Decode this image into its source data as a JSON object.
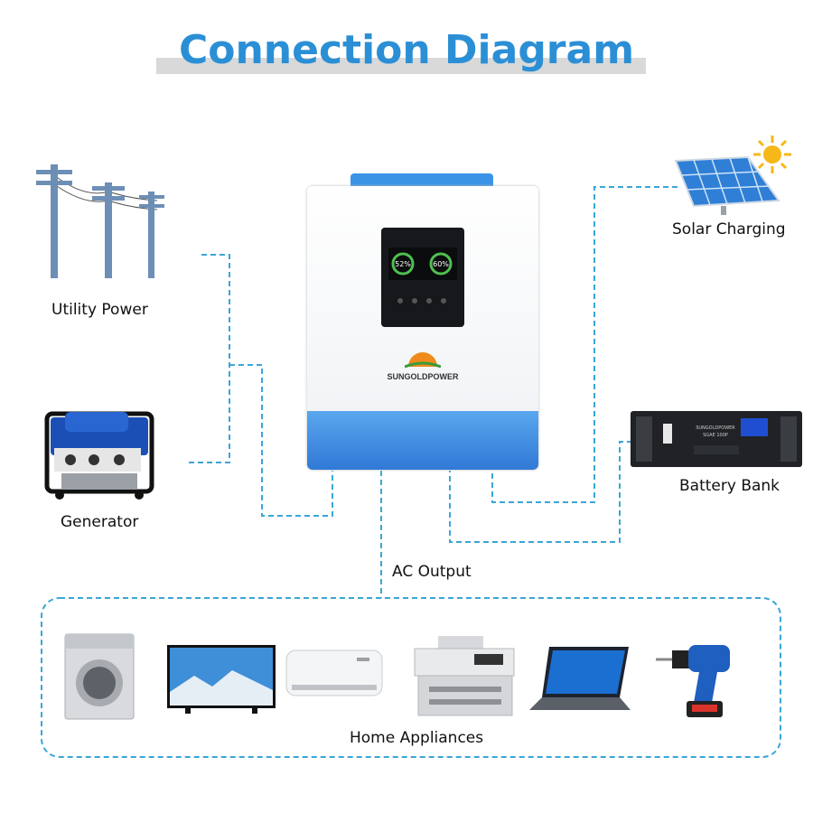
{
  "title": "Connection Diagram",
  "labels": {
    "utility": "Utility Power",
    "generator": "Generator",
    "solar": "Solar Charging",
    "battery": "Battery Bank",
    "ac_output": "AC Output",
    "appliances": "Home Appliances"
  },
  "inverter": {
    "brand": "SUNGOLDPOWER",
    "screen_left": "52%",
    "screen_right": "60%"
  },
  "battery_unit": {
    "brand": "SUNGOLDPOWER",
    "model": "SGAE 100P"
  },
  "icons": [
    "utility-pole-icon",
    "generator-icon",
    "solar-panel-icon",
    "sun-icon",
    "battery-rack-icon",
    "washing-machine-icon",
    "tv-icon",
    "air-conditioner-icon",
    "printer-icon",
    "laptop-icon",
    "power-drill-icon"
  ],
  "colors": {
    "title": "#2b8fd6",
    "dash_line": "#3aa6d8",
    "inverter_blue": "#3d8fe0",
    "title_bar": "#d9d9d9"
  }
}
